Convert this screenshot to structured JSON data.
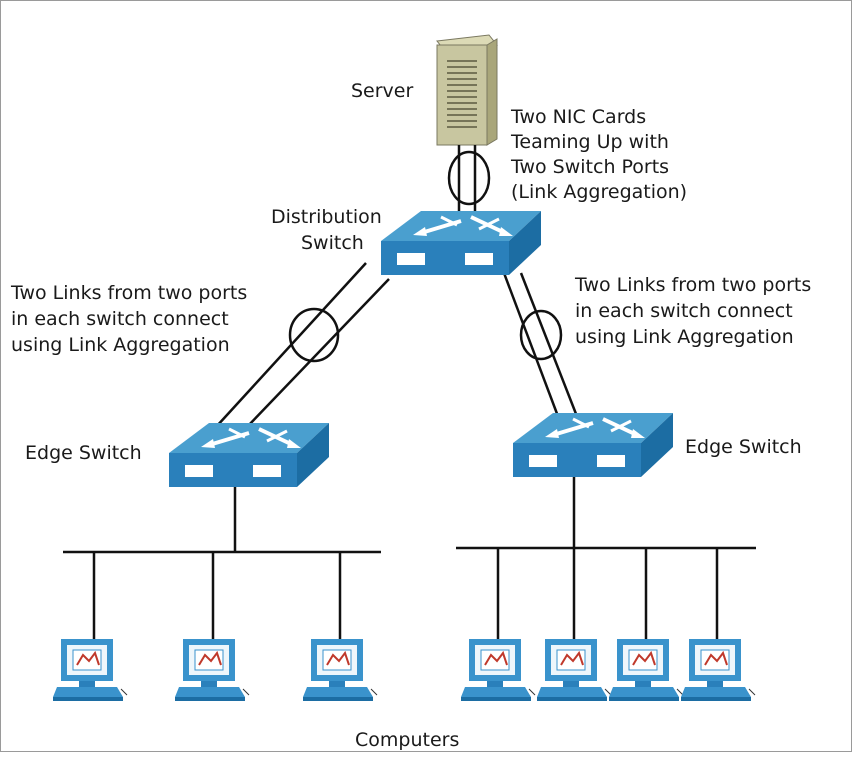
{
  "labels": {
    "server": "Server",
    "nic_line1": "Two NIC Cards",
    "nic_line2": "Teaming Up with",
    "nic_line3": "Two Switch Ports",
    "nic_line4": "(Link Aggregation)",
    "distribution_line1": "Distribution",
    "distribution_line2": "Switch",
    "left_links_line1": "Two Links from two ports",
    "left_links_line2": "in each switch connect",
    "left_links_line3": "using Link Aggregation",
    "right_links_line1": "Two Links from two ports",
    "right_links_line2": "in each switch connect",
    "right_links_line3": "using Link Aggregation",
    "edge_left": "Edge Switch",
    "edge_right": "Edge Switch",
    "computers": "Computers"
  },
  "colors": {
    "switch_top": "#4a9fcf",
    "switch_front": "#2a80bb",
    "switch_side": "#1c6da3",
    "server_body": "#c8c6a0",
    "server_front": "#b9b68a",
    "computer_blue": "#3a93cc",
    "line": "#111111"
  },
  "icons": {
    "server": "server-tower-icon",
    "switch": "network-switch-icon",
    "computer": "workstation-icon"
  }
}
